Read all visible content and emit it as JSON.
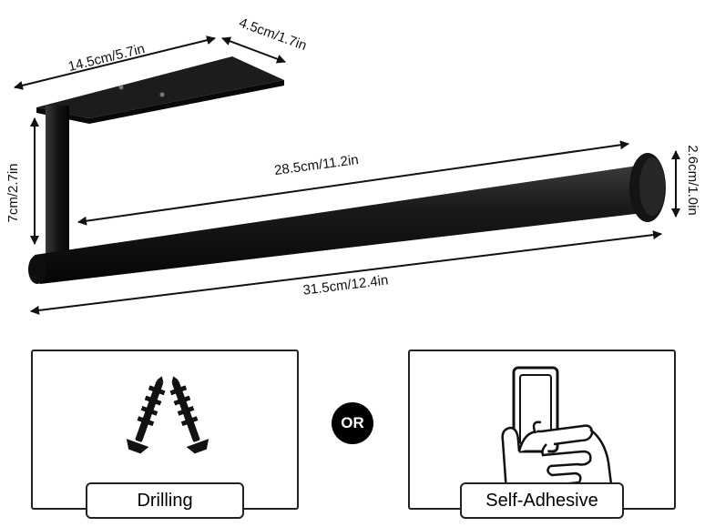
{
  "dimensions": {
    "base_length": "14.5cm/5.7in",
    "base_width": "4.5cm/1.7in",
    "height": "7cm/2.7in",
    "bar_length": "28.5cm/11.2in",
    "end_cap_diameter": "2.6cm/1.0in",
    "total_length": "31.5cm/12.4in"
  },
  "methods": {
    "left_label": "Drilling",
    "separator": "OR",
    "right_label": "Self-Adhesive"
  },
  "icons": {
    "left": "screws-icon",
    "right": "hand-pressing-adhesive-pad-icon"
  },
  "colors": {
    "product": "#161616",
    "outline": "#222222"
  }
}
